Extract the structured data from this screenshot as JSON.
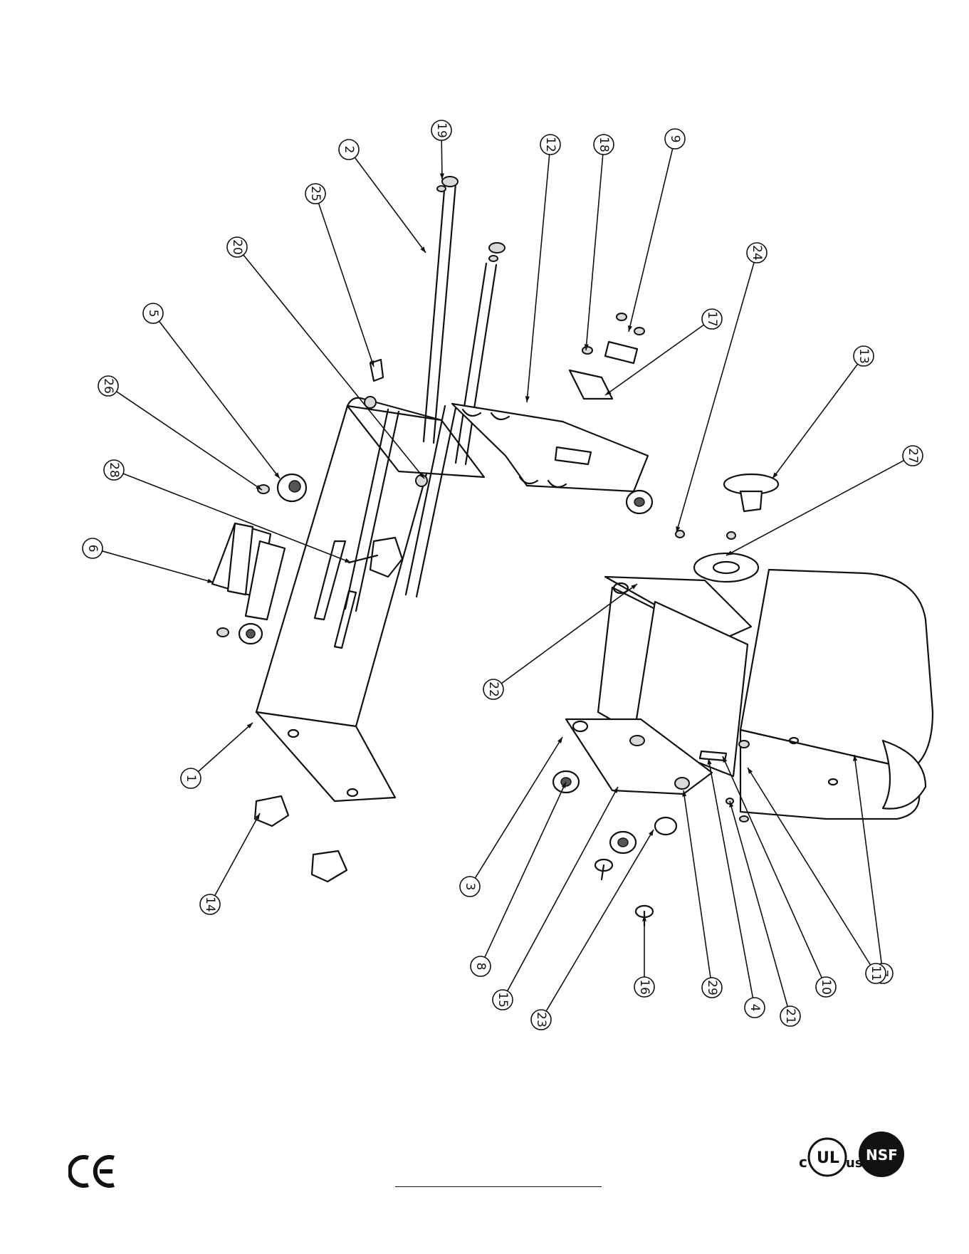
{
  "diagram": {
    "balloons": [
      {
        "id": "b1",
        "label": "1"
      },
      {
        "id": "b2",
        "label": "2"
      },
      {
        "id": "b3",
        "label": "3"
      },
      {
        "id": "b4",
        "label": "4"
      },
      {
        "id": "b5",
        "label": "5"
      },
      {
        "id": "b6",
        "label": "6"
      },
      {
        "id": "b7",
        "label": "7"
      },
      {
        "id": "b8",
        "label": "8"
      },
      {
        "id": "b9",
        "label": "9"
      },
      {
        "id": "b10",
        "label": "10"
      },
      {
        "id": "b11",
        "label": "11"
      },
      {
        "id": "b12",
        "label": "12"
      },
      {
        "id": "b13",
        "label": "13"
      },
      {
        "id": "b14",
        "label": "14"
      },
      {
        "id": "b15",
        "label": "15"
      },
      {
        "id": "b16",
        "label": "16"
      },
      {
        "id": "b17",
        "label": "17"
      },
      {
        "id": "b18",
        "label": "18"
      },
      {
        "id": "b19",
        "label": "19"
      },
      {
        "id": "b20",
        "label": "20"
      },
      {
        "id": "b21",
        "label": "21"
      },
      {
        "id": "b22",
        "label": "22"
      },
      {
        "id": "b23",
        "label": "23"
      },
      {
        "id": "b24",
        "label": "24"
      },
      {
        "id": "b25",
        "label": "25"
      },
      {
        "id": "b26",
        "label": "26"
      },
      {
        "id": "b27",
        "label": "27"
      },
      {
        "id": "b28",
        "label": "28"
      },
      {
        "id": "b29",
        "label": "29"
      }
    ]
  },
  "certifications": {
    "ce": "CE",
    "ul_c": "c",
    "ul_main": "UL",
    "ul_us": "us",
    "nsf": "NSF"
  },
  "colors": {
    "ink": "#111111",
    "paper": "#ffffff"
  }
}
